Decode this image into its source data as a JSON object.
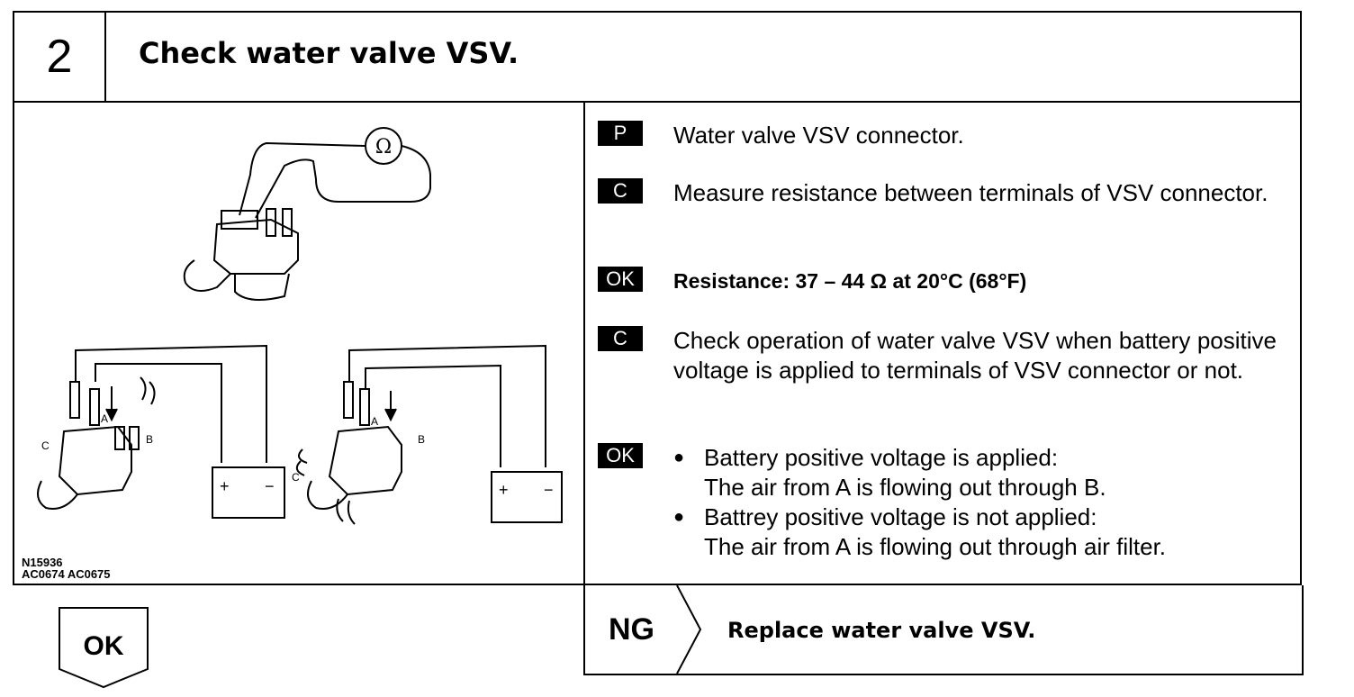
{
  "header": {
    "step_number": "2",
    "title": "Check water valve VSV."
  },
  "illustration": {
    "codes": [
      "N15936",
      "AC0674 AC0675"
    ],
    "meter_symbol": "Ω",
    "labels": {
      "a": "A",
      "b": "B",
      "c": "C",
      "plus": "+",
      "minus": "−"
    }
  },
  "steps": [
    {
      "tag": "P",
      "text": "Water valve VSV connector."
    },
    {
      "tag": "C",
      "text": "Measure resistance between terminals of VSV connector."
    },
    {
      "tag": "OK",
      "text": "Resistance:    37 – 44 Ω at 20°C (68°F)"
    },
    {
      "tag": "C",
      "text": "Check operation of water valve VSV when battery positive voltage is applied to terminals of VSV connector or not."
    },
    {
      "tag": "OK",
      "bullets": [
        {
          "line1": "Battery positive voltage is applied:",
          "line2": "The air from A is flowing out through B."
        },
        {
          "line1": "Battrey positive voltage is not applied:",
          "line2": "The air from A is flowing out through air filter."
        }
      ]
    }
  ],
  "result_ok": {
    "label": "OK"
  },
  "result_ng": {
    "label": "NG",
    "text": "Replace water valve VSV."
  }
}
